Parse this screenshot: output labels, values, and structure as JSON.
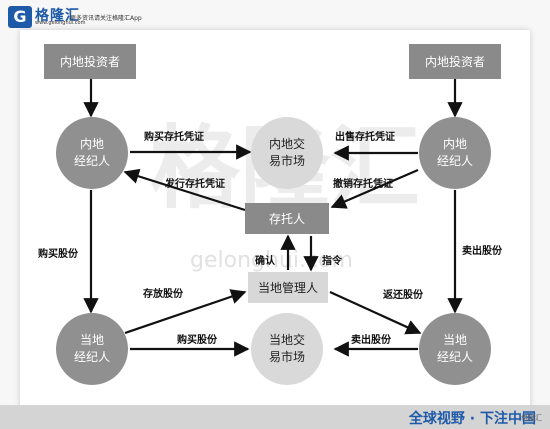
{
  "brand": {
    "mark": "G",
    "name": "格隆汇",
    "sub": "www.gelonghui.com",
    "slogan": "更多资讯请关注格隆汇App"
  },
  "watermark": {
    "big": "格隆汇",
    "url": "gelonghui.com"
  },
  "nodes": {
    "inv_left": "内地投资者",
    "inv_right": "内地投资者",
    "broker_left_top": "内地\n经纪人",
    "broker_right_top": "内地\n经纪人",
    "market_top": "内地交\n易市场",
    "custodian": "存托人",
    "manager": "当地管理人",
    "broker_left_bottom": "当地\n经纪人",
    "market_bottom": "当地交\n易市场",
    "broker_right_bottom": "当地\n经纪人"
  },
  "labels": {
    "buy_cert": "购买存托凭证",
    "sell_cert": "出售存托凭证",
    "issue_cert": "发行存托凭证",
    "cancel_cert": "撤销存托凭证",
    "buy_shares_left": "购买股份",
    "sell_shares_right": "卖出股份",
    "confirm": "确认",
    "instruct": "指令",
    "deposit_shares": "存放股份",
    "return_shares": "返还股份",
    "buy_shares_bottom": "购买股份",
    "sell_shares_bottom": "卖出股份"
  },
  "footer": {
    "tagline": "全球视野 · 下注中国",
    "corner": "格隆汇"
  }
}
